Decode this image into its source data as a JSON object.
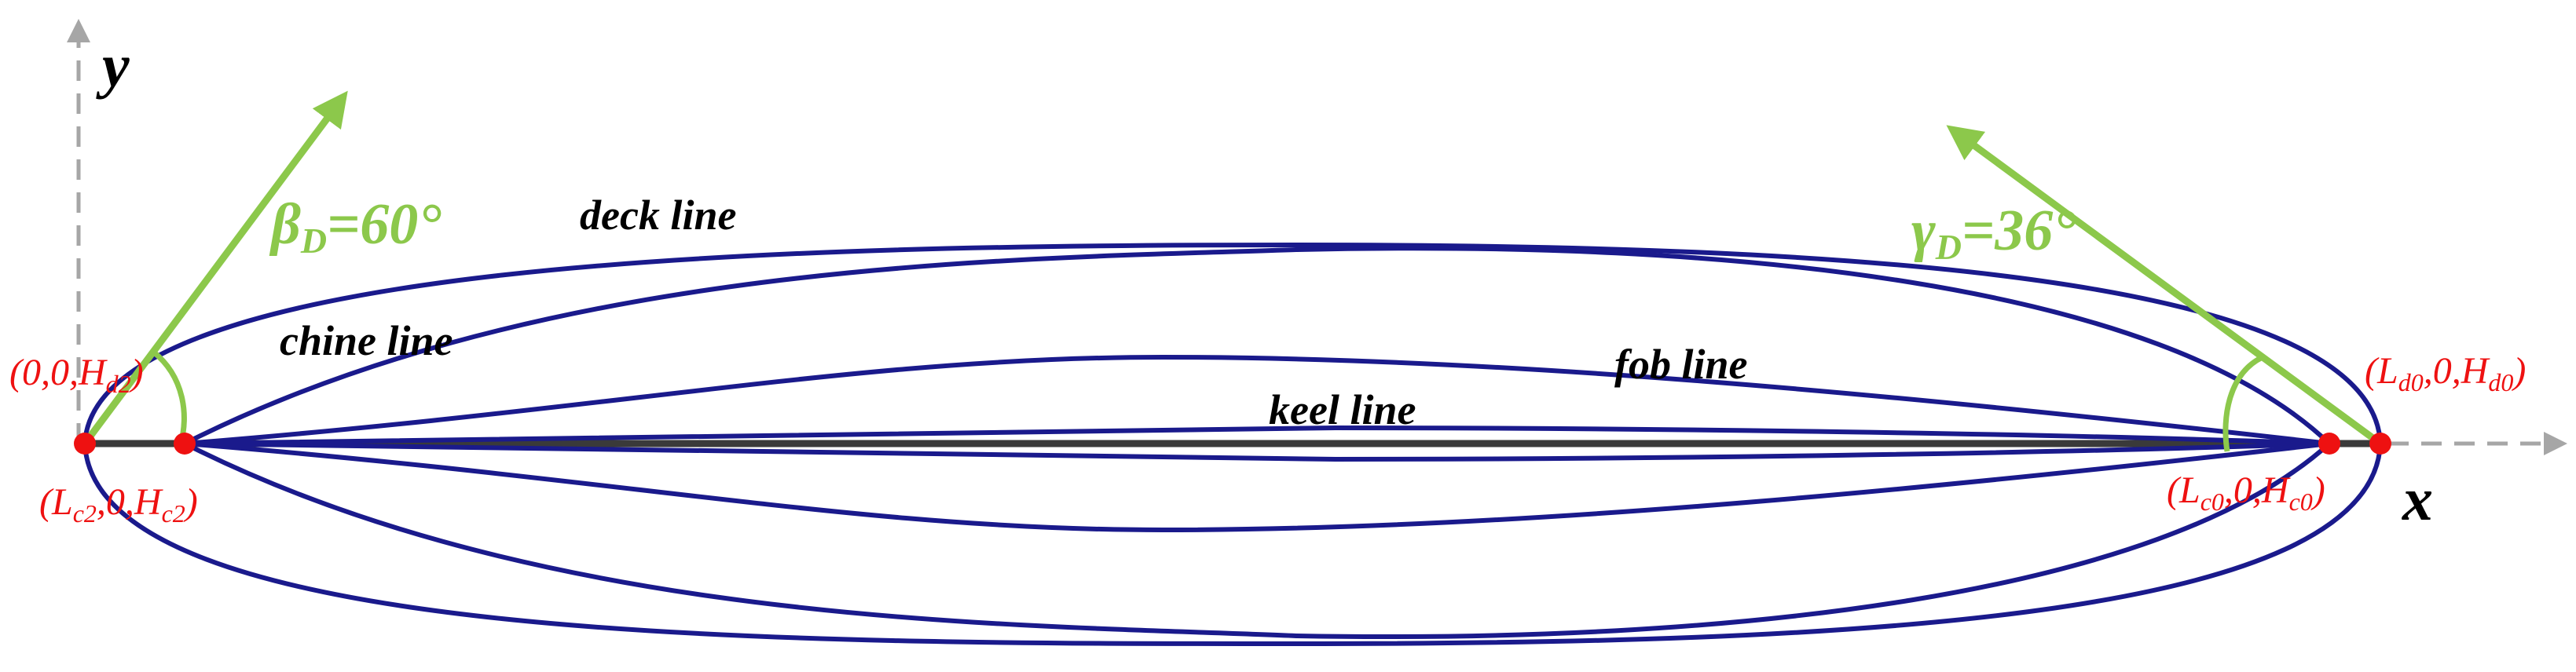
{
  "colors": {
    "hull_line": "#1a1a8c",
    "keel_axis": "#3a3a3a",
    "angle": "#8cc84b",
    "point": "#ee1111",
    "axis": "#a6a6a6"
  },
  "axes": {
    "y_label": "y",
    "x_label": "x"
  },
  "line_labels": {
    "deck": "deck line",
    "chine": "chine line",
    "fob": "fob line",
    "keel": "keel line"
  },
  "angles": {
    "beta": {
      "symbol": "β",
      "sub": "D",
      "value": "=60°"
    },
    "gamma": {
      "symbol": "γ",
      "sub": "D",
      "value": "=36°"
    }
  },
  "points": {
    "origin_deck": {
      "pre": "(0,0,H",
      "sub": "d2",
      "post": ")"
    },
    "chine_aft": {
      "pre": "(L",
      "sub1": "c2",
      "mid": ",0,H",
      "sub2": "c2",
      "post": ")"
    },
    "chine_fore": {
      "pre": "(L",
      "sub1": "c0",
      "mid": ",0,H",
      "sub2": "c0",
      "post": ")"
    },
    "deck_fore": {
      "pre": "(L",
      "sub1": "d0",
      "mid": ",0,H",
      "sub2": "d0",
      "post": ")"
    }
  }
}
